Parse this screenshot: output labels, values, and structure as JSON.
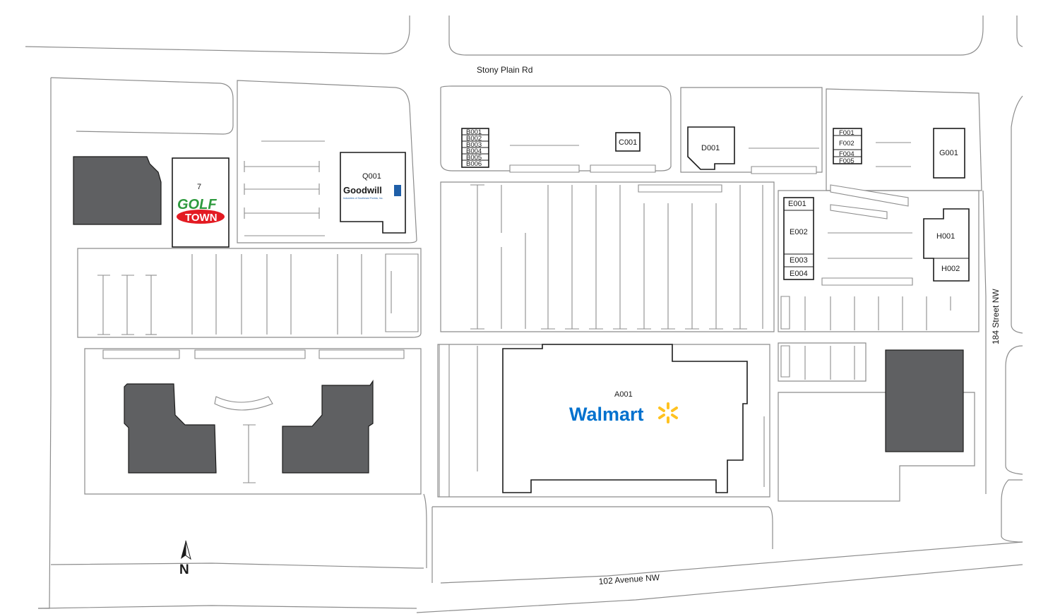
{
  "streets": {
    "north": "Stony Plain Rd",
    "south": "102 Avenue NW",
    "east": "184 Street NW"
  },
  "units": {
    "golf_town_number": "7",
    "q001": "Q001",
    "a001": "A001",
    "b": [
      "B001",
      "B002",
      "B003",
      "B004",
      "B005",
      "B006"
    ],
    "c001": "C001",
    "d001": "D001",
    "f": [
      "F001",
      "F002",
      "F004",
      "F005"
    ],
    "g001": "G001",
    "e": [
      "E001",
      "E002",
      "E003",
      "E004"
    ],
    "h001": "H001",
    "h002": "H002"
  },
  "logos": {
    "golf_top": "GOLF",
    "golf_bottom": "TOWN",
    "goodwill": "Goodwill",
    "goodwill_tag": "Industries of Southeast Florida, Inc.",
    "walmart": "Walmart"
  },
  "compass": "N",
  "colors": {
    "occupied_pad": "#5f6062",
    "walmart_blue": "#0071ce",
    "walmart_spark": "#ffc220",
    "golf_green": "#2e9a3e",
    "golf_red": "#e31b23",
    "goodwill_blue": "#1f5fa8"
  }
}
